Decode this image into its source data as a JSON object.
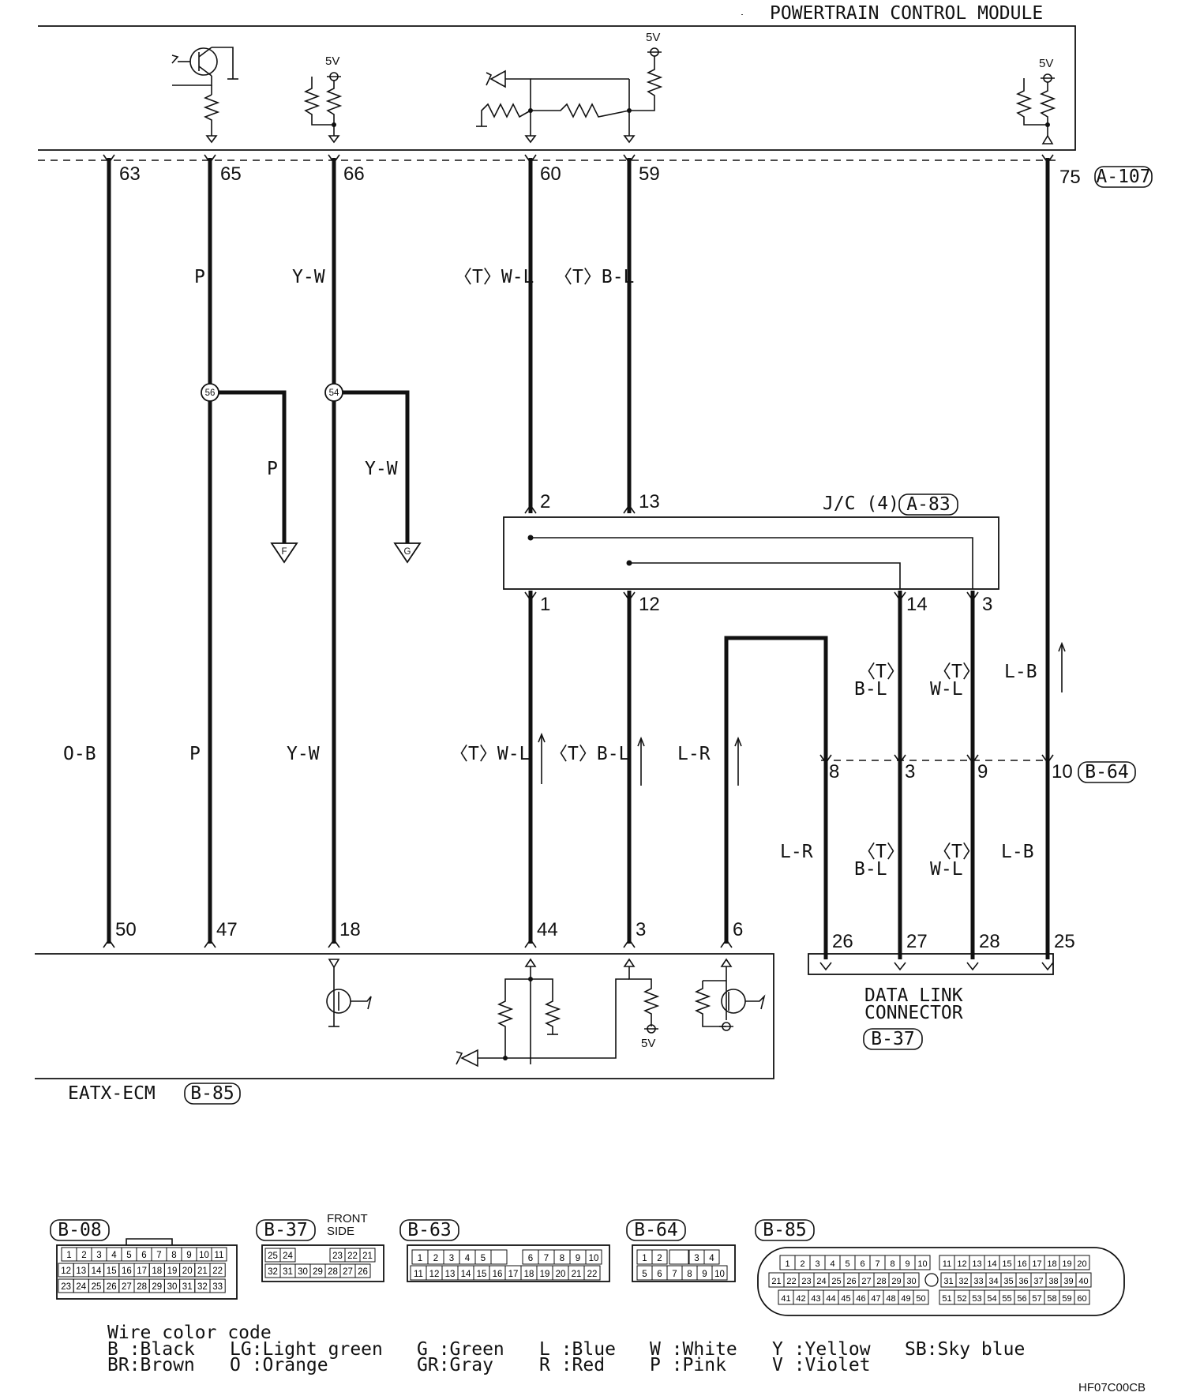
{
  "components": {
    "pcm": "POWERTRAIN CONTROL MODULE",
    "pcm_conn": "A-107",
    "eatx": "EATX-ECM",
    "eatx_conn": "B-85",
    "jc": "J/C (4)",
    "jc_conn": "A-83",
    "dlc_line1": "DATA LINK",
    "dlc_line2": "CONNECTOR",
    "dlc_conn": "B-37",
    "mid_conn": "B-64"
  },
  "supply": "5V",
  "pcm_pins": [
    "63",
    "65",
    "66",
    "60",
    "59",
    "75"
  ],
  "eatx_pins": [
    "50",
    "47",
    "18",
    "44",
    "3",
    "6"
  ],
  "jc_pins": [
    "2",
    "13",
    "1",
    "12",
    "14",
    "3"
  ],
  "mid_pins": [
    "8",
    "3",
    "9",
    "10"
  ],
  "dlc_pins": [
    "26",
    "27",
    "28",
    "25"
  ],
  "splices": [
    "56",
    "54"
  ],
  "grounds": [
    "F",
    "G"
  ],
  "wire_labels": {
    "ob": "O-B",
    "p": "P",
    "yw": "Y-W",
    "twl": "〈T〉W-L",
    "tbl": "〈T〉B-L",
    "lr": "L-R",
    "lb": "L-B",
    "t": "〈T〉",
    "bl": "B-L",
    "wl": "W-L"
  },
  "connector_views": {
    "b08": "B-08",
    "b37": "B-37",
    "front": "FRONT",
    "side": "SIDE",
    "b63": "B-63",
    "b64": "B-64",
    "b85": "B-85"
  },
  "legend": {
    "title": "Wire color code",
    "col1": [
      "B :Black",
      "BR:Brown"
    ],
    "col2": [
      "LG:Light green",
      "O :Orange"
    ],
    "col3": [
      "G :Green",
      "GR:Gray"
    ],
    "col4": [
      "L :Blue",
      "R :Red"
    ],
    "col5": [
      "W :White",
      "P :Pink"
    ],
    "col6": [
      "Y :Yellow",
      "V :Violet"
    ],
    "col7": [
      "SB:Sky blue"
    ]
  },
  "figure_code": "HF07C00CB"
}
